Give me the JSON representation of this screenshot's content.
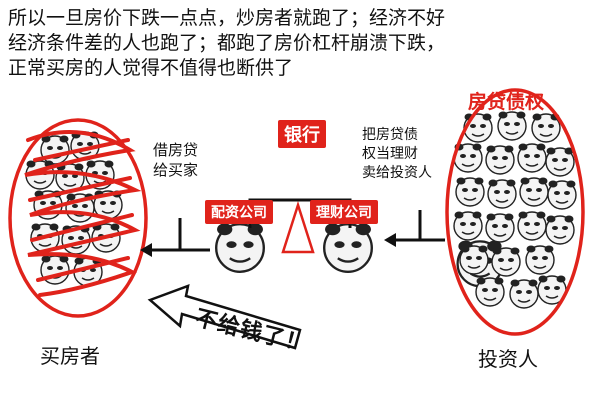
{
  "caption": {
    "line1": "所以一旦房价下跌一点点，炒房者就跑了；经济不好",
    "line2": "经济条件差的人也跑了；都跑了房价杠杆崩溃下跌，",
    "line3": "正常买房的人觉得不值得也断供了"
  },
  "labels": {
    "bank": "银行",
    "peizi": "配资公司",
    "licai": "理财公司",
    "mortgage_debt": "房贷债权",
    "borrow_1": "借房贷",
    "borrow_2": "给买家",
    "pack_1": "把房贷债",
    "pack_2": "权当理财",
    "pack_3": "卖给投资人",
    "buyers": "买房者",
    "investors": "投资人",
    "no_money": "不给钱了！"
  },
  "colors": {
    "accent_red": "#e0231b",
    "line_black": "#111111"
  }
}
